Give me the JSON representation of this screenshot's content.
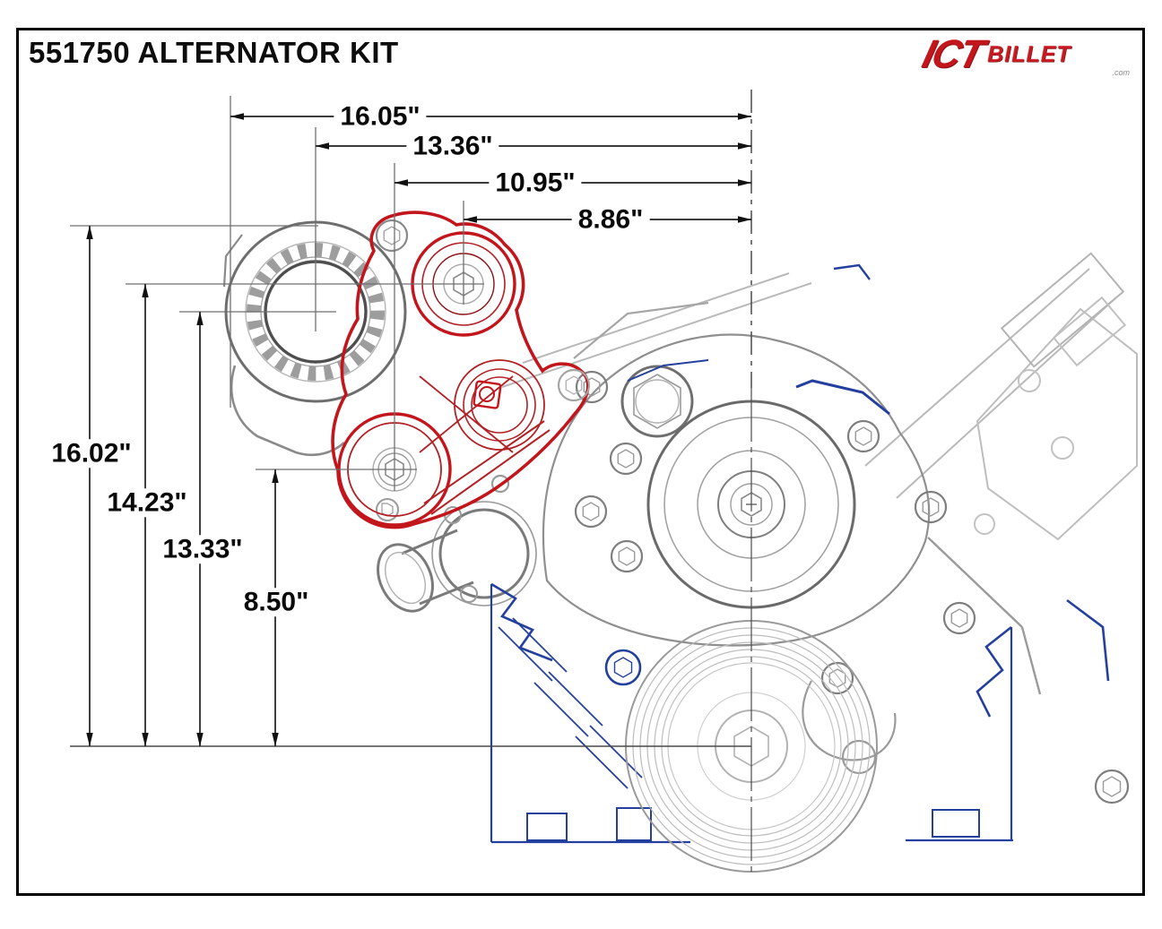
{
  "title": "551750 ALTERNATOR KIT",
  "logo": {
    "ict": "ICT",
    "billet": "BILLET",
    "com": ".com"
  },
  "colors": {
    "bracket_red": "#c3161c",
    "block_blue": "#24409e",
    "line_gray": "#8a8a8a",
    "dimension_black": "#1a1a1a",
    "background": "#ffffff"
  },
  "diagram": {
    "type": "dimensioned engineering drawing",
    "subject": "LS engine front view with ICT Billet alternator bracket kit highlighted in red",
    "datum": "crankshaft centerline",
    "units": "inches"
  },
  "dimensions": {
    "horizontal": [
      {
        "label": "16.05\"",
        "value": 16.05
      },
      {
        "label": "13.36\"",
        "value": 13.36
      },
      {
        "label": "10.95\"",
        "value": 10.95
      },
      {
        "label": "8.86\"",
        "value": 8.86
      }
    ],
    "vertical": [
      {
        "label": "16.02\"",
        "value": 16.02
      },
      {
        "label": "14.23\"",
        "value": 14.23
      },
      {
        "label": "13.33\"",
        "value": 13.33
      },
      {
        "label": "8.50\"",
        "value": 8.5
      }
    ]
  }
}
